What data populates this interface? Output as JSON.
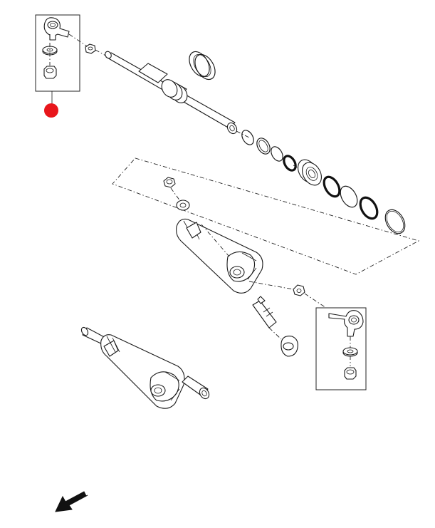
{
  "diagram": {
    "type": "exploded-parts-view",
    "marker_color": "#e8161b",
    "line_color": "#1a1a1a",
    "background": "#ffffff"
  },
  "callouts": [
    {
      "id": "tie-rod-end-left",
      "marker": "red-dot",
      "selected": true
    }
  ],
  "orientation_arrow": {
    "icon": "direction-arrow-icon",
    "direction": "down-left"
  }
}
